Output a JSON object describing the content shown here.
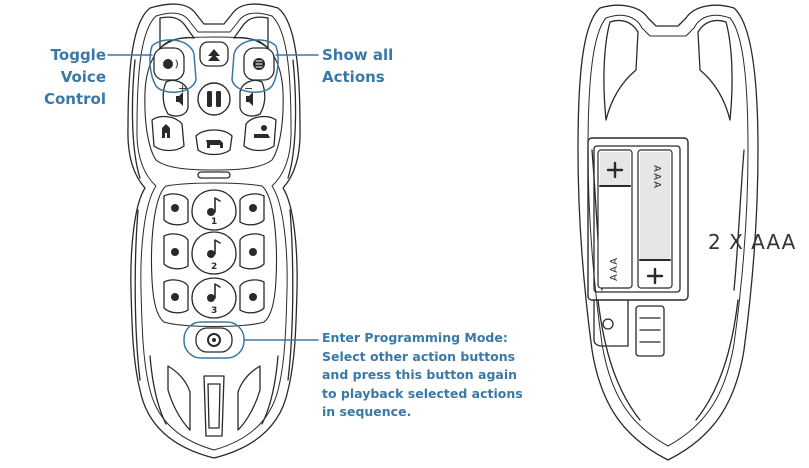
{
  "callouts": {
    "voice": {
      "line1": "Toggle Voice",
      "line2": "Control"
    },
    "actions": {
      "line1": "Show all",
      "line2": "Actions"
    },
    "programming": {
      "lines": [
        "Enter Programming Mode:",
        "Select other action buttons",
        "and press this button again",
        "to playback selected actions",
        "in sequence."
      ]
    }
  },
  "remote": {
    "plus_label": "+",
    "minus_label": "−",
    "button_numbers": [
      "1",
      "2",
      "3"
    ]
  },
  "battery": {
    "label": "2 X AAA",
    "cell_text": "AAA",
    "plus_sign": "+"
  },
  "colors": {
    "accent": "#3a78a6",
    "outline": "#2a2a2a"
  }
}
